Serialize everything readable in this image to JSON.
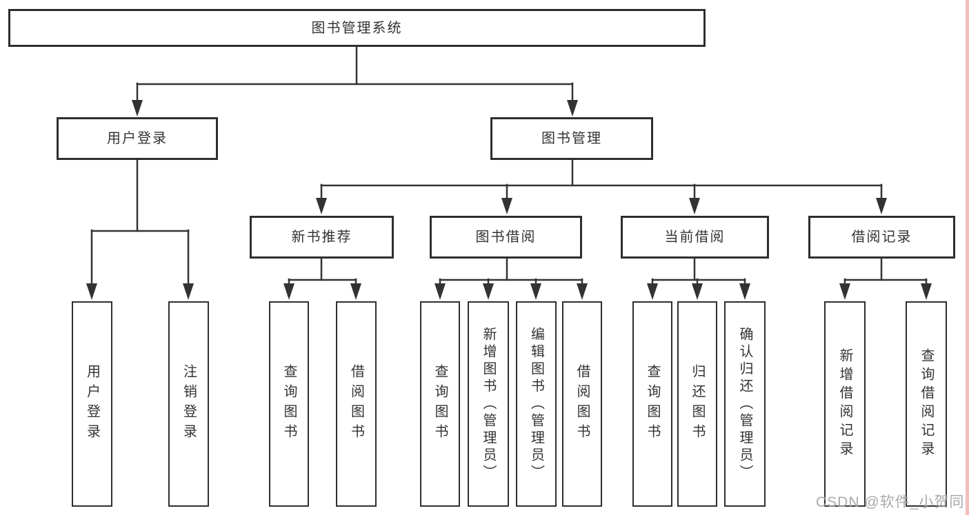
{
  "diagram": {
    "title": "图书管理系统",
    "branches": [
      {
        "label": "用户登录",
        "leaves": [
          "用户登录",
          "注销登录"
        ]
      },
      {
        "label": "图书管理",
        "modules": [
          {
            "label": "新书推荐",
            "leaves": [
              "查询图书",
              "借阅图书"
            ]
          },
          {
            "label": "图书借阅",
            "leaves": [
              "查询图书",
              "新增图书（管理员）",
              "编辑图书（管理员）",
              "借阅图书"
            ]
          },
          {
            "label": "当前借阅",
            "leaves": [
              "查询图书",
              "归还图书",
              "确认归还（管理员）"
            ]
          },
          {
            "label": "借阅记录",
            "leaves": [
              "新增借阅记录",
              "查询借阅记录"
            ]
          }
        ]
      }
    ]
  },
  "watermark": {
    "text": "CSDN @软件_小贺同学"
  },
  "colors": {
    "line": "#333333",
    "box_border": "#2e2e2e",
    "text": "#333333",
    "background": "#ffffff",
    "watermark": "#9e9e9e",
    "right_edge_strip": "#f2bfbf"
  }
}
